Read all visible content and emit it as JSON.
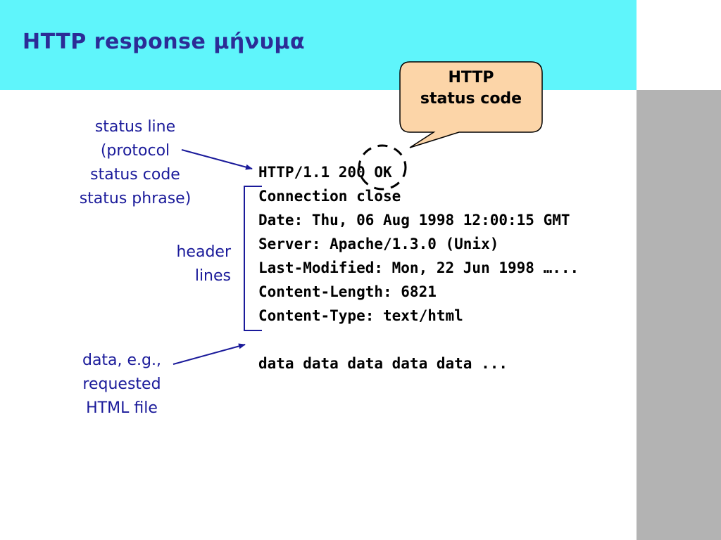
{
  "slide": {
    "title": "HTTP response μήνυμα"
  },
  "callout": {
    "line1": "HTTP",
    "line2": "status code"
  },
  "labels": {
    "status_line": [
      "status line",
      "(protocol",
      "status code",
      "status phrase)"
    ],
    "header_lines": [
      "header",
      "lines"
    ],
    "data": [
      "data, e.g.,",
      "requested",
      "HTML file"
    ]
  },
  "message": {
    "lines": [
      "HTTP/1.1 200 OK",
      "Connection close",
      "Date: Thu, 06 Aug 1998 12:00:15 GMT",
      "Server: Apache/1.3.0 (Unix)",
      "Last-Modified: Mon, 22 Jun 1998 …...",
      "Content-Length: 6821",
      "Content-Type: text/html",
      "",
      "data data data data data ..."
    ]
  },
  "colors": {
    "header_band": "#5ff5fb",
    "title": "#2c2c96",
    "label_text": "#1a1a9a",
    "callout_fill": "#fcd5a8",
    "side_bar": "#b3b3b3"
  }
}
